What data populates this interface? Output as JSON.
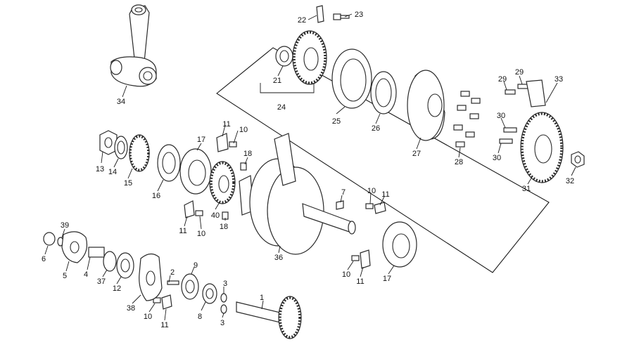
{
  "callouts": [
    {
      "n": "1"
    },
    {
      "n": "2"
    },
    {
      "n": "3"
    },
    {
      "n": "3"
    },
    {
      "n": "4"
    },
    {
      "n": "5"
    },
    {
      "n": "6"
    },
    {
      "n": "7"
    },
    {
      "n": "8"
    },
    {
      "n": "9"
    },
    {
      "n": "10"
    },
    {
      "n": "10"
    },
    {
      "n": "10"
    },
    {
      "n": "10"
    },
    {
      "n": "10"
    },
    {
      "n": "11"
    },
    {
      "n": "11"
    },
    {
      "n": "11"
    },
    {
      "n": "11"
    },
    {
      "n": "11"
    },
    {
      "n": "12"
    },
    {
      "n": "13"
    },
    {
      "n": "14"
    },
    {
      "n": "15"
    },
    {
      "n": "16"
    },
    {
      "n": "17"
    },
    {
      "n": "17"
    },
    {
      "n": "18"
    },
    {
      "n": "18"
    },
    {
      "n": "21"
    },
    {
      "n": "22"
    },
    {
      "n": "23"
    },
    {
      "n": "24"
    },
    {
      "n": "25"
    },
    {
      "n": "26"
    },
    {
      "n": "27"
    },
    {
      "n": "28"
    },
    {
      "n": "29"
    },
    {
      "n": "29"
    },
    {
      "n": "30"
    },
    {
      "n": "30"
    },
    {
      "n": "31"
    },
    {
      "n": "32"
    },
    {
      "n": "33"
    },
    {
      "n": "34"
    },
    {
      "n": "36"
    },
    {
      "n": "37"
    },
    {
      "n": "38"
    },
    {
      "n": "39"
    },
    {
      "n": "40"
    }
  ],
  "colors": {
    "line": "#2a2a2a",
    "background": "#ffffff"
  }
}
